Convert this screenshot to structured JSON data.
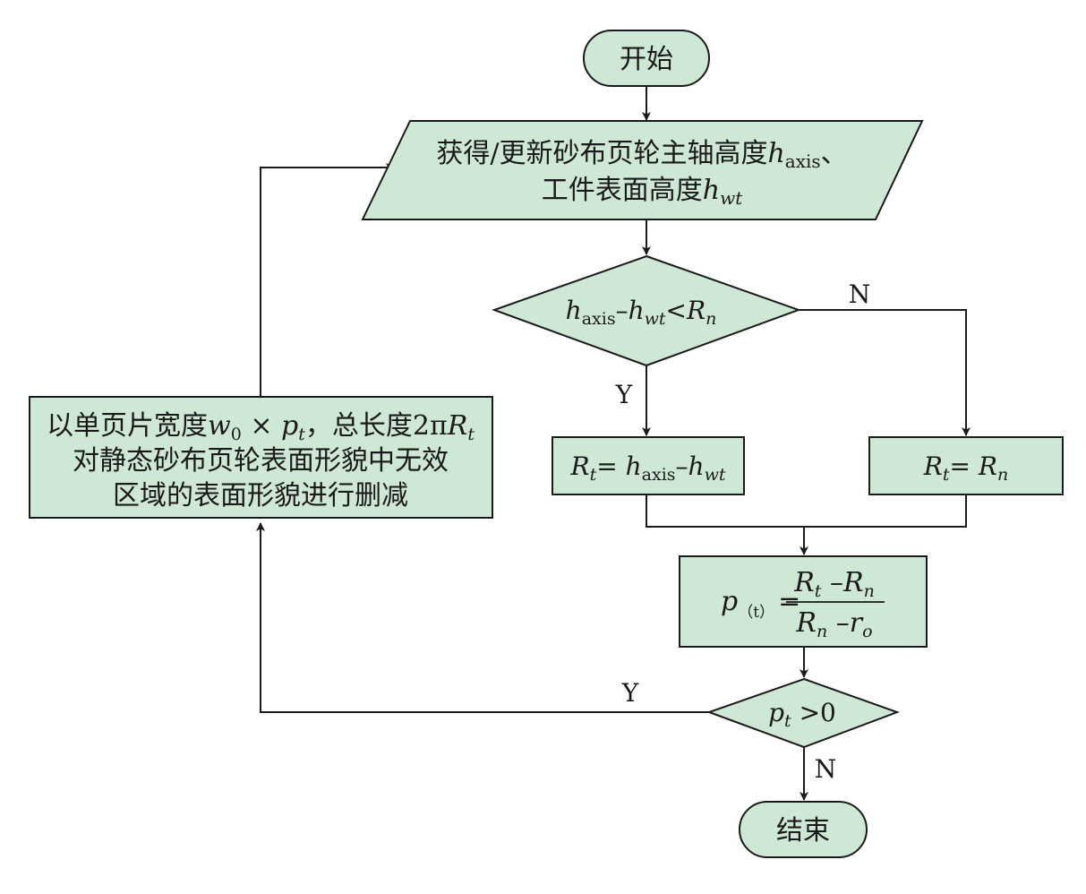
{
  "nodes": {
    "start": "开始",
    "update_line1_prefix": "获得/更新砂布页轮主轴高度",
    "update_line1_var": "h",
    "update_line1_sub": "axis",
    "update_line1_suffix": "、",
    "update_line2_prefix": "工件表面高度",
    "update_line2_var": "h",
    "update_line2_sub": "wt",
    "cond1_h": "h",
    "cond1_axis": "axis",
    "cond1_minus": "–",
    "cond1_h2": "h",
    "cond1_wt": "wt",
    "cond1_lt": "<",
    "cond1_R": "R",
    "cond1_n": "n",
    "rt_yes_R": "R",
    "rt_yes_t": "t",
    "rt_yes_eq": "= ",
    "rt_yes_h": "h",
    "rt_yes_axis": "axis",
    "rt_yes_minus": "–",
    "rt_yes_h2": "h",
    "rt_yes_wt": "wt",
    "rt_no_R": "R",
    "rt_no_t": "t",
    "rt_no_eq": "= ",
    "rt_no_R2": "R",
    "rt_no_n": "n",
    "formula_p": "p",
    "formula_psub": "（t）",
    "formula_eq": "=",
    "formula_num_R": "R",
    "formula_num_t": "t",
    "formula_num_minus": " –",
    "formula_num_R2": "R",
    "formula_num_n": "n",
    "formula_den_R": "R",
    "formula_den_n": "n",
    "formula_den_minus": " –",
    "formula_den_r": "r",
    "formula_den_o": "o",
    "cond2_p": "p",
    "cond2_t": "t",
    "cond2_rest": " >0",
    "left_line1_prefix": "以单页片宽度",
    "left_line1_w": "w",
    "left_line1_w0": "0",
    "left_line1_times": " × ",
    "left_line1_p": "p",
    "left_line1_pt": "t",
    "left_line1_mid": "，总长度2π",
    "left_line1_R": "R",
    "left_line1_Rt": "t",
    "left_line2": "对静态砂布页轮表面形貌中无效",
    "left_line3": "区域的表面形貌进行删减",
    "end": "结束"
  },
  "edge_labels": {
    "cond1_no": "N",
    "cond1_yes": "Y",
    "cond2_yes": "Y",
    "cond2_no": "N"
  },
  "colors": {
    "fill": "#cfe8d5",
    "stroke": "#1a1a1a"
  }
}
